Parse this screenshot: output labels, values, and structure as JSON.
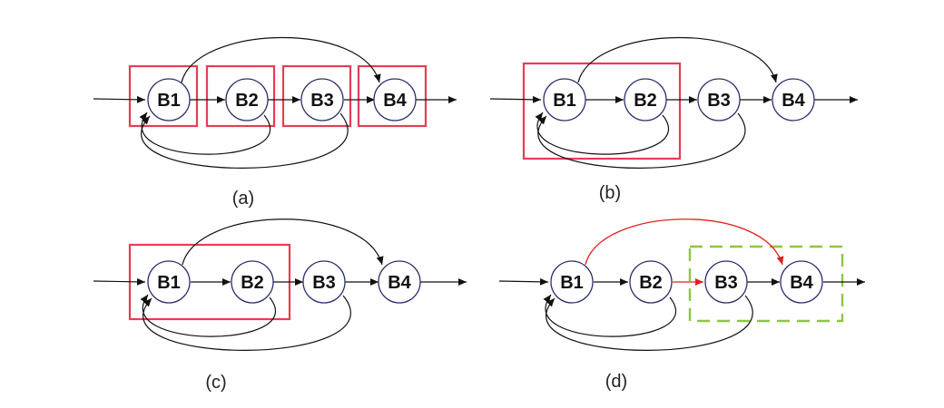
{
  "node_labels": {
    "b1": "B1",
    "b2": "B2",
    "b3": "B3",
    "b4": "B4"
  },
  "captions": {
    "a": "(a)",
    "b": "(b)",
    "c": "(c)",
    "d": "(d)"
  },
  "colors": {
    "node_stroke": "#2b2f6b",
    "edge": "#111111",
    "region_box": "#e63d54",
    "highlight_edge": "#e0211c",
    "merged_region": "#8ec63f"
  }
}
